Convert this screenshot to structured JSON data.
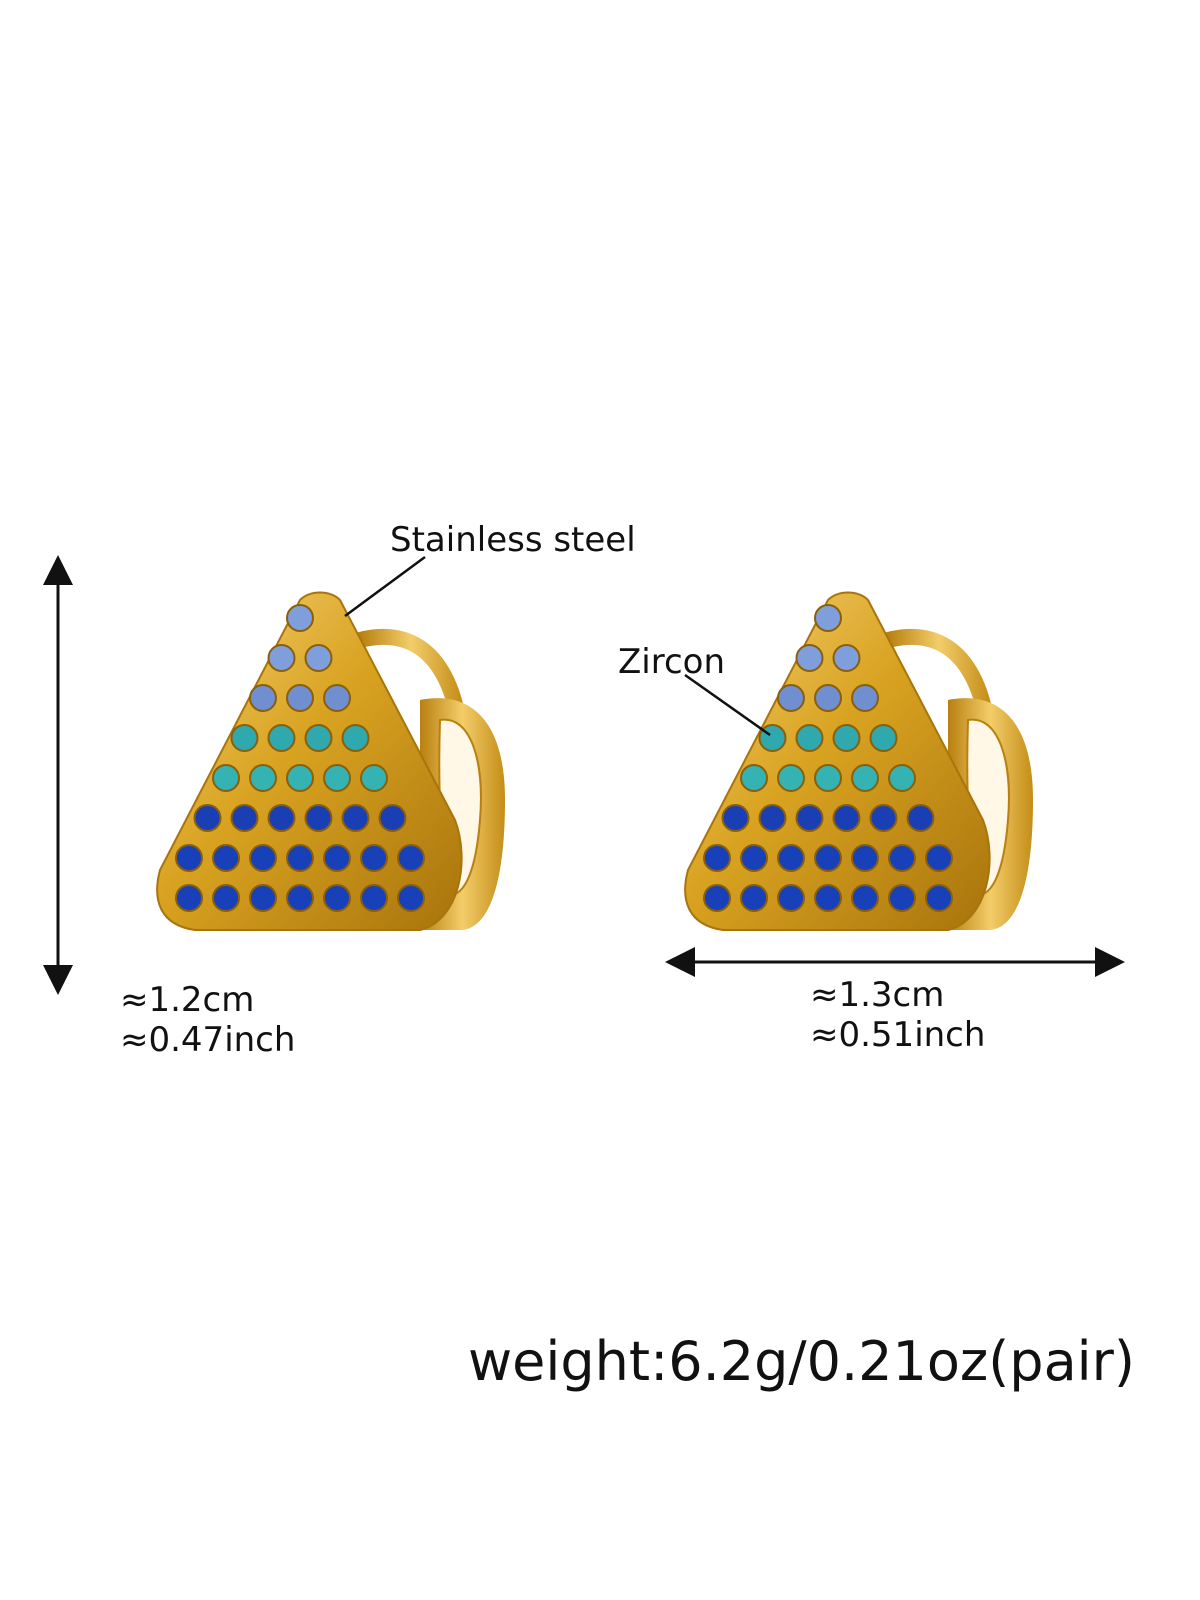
{
  "labels": {
    "material": "Stainless steel",
    "stone": "Zircon"
  },
  "height": {
    "cm": "≈1.2cm",
    "inch": "≈0.47inch"
  },
  "width": {
    "cm": "≈1.3cm",
    "inch": "≈0.51inch"
  },
  "weight": "weight:6.2g/0.21oz(pair)",
  "colors": {
    "gold": "#d9a321",
    "gold_dark": "#a8740c",
    "gold_light": "#f6d37a",
    "stone_rows": [
      "#7f9fdc",
      "#7f9fdc",
      "#6f8fd0",
      "#2fa9ad",
      "#35b2b2",
      "#1a3fb5",
      "#1840b8"
    ]
  }
}
